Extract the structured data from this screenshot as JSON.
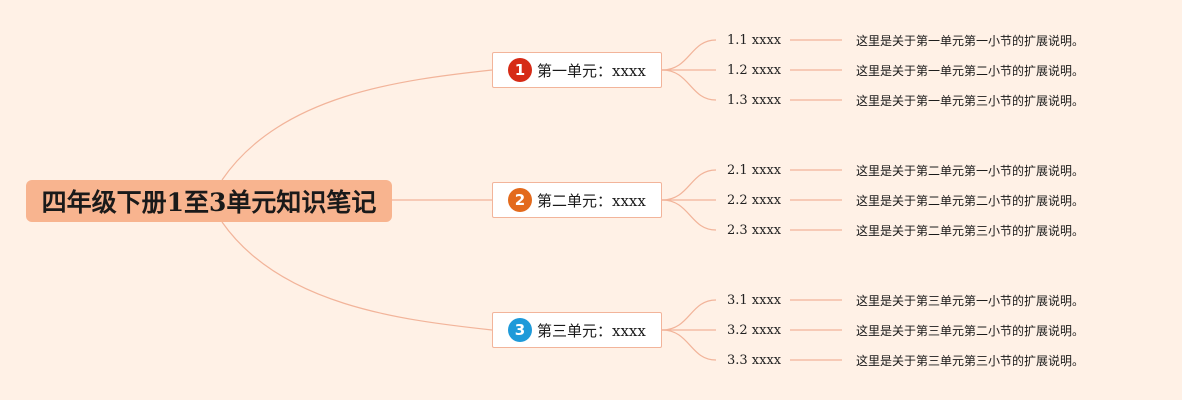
{
  "root": {
    "title": "四年级下册1至3单元知识笔记"
  },
  "units": [
    {
      "number": "1",
      "label": "第一单元：xxxx",
      "badge_color": "#d62b16",
      "sections": [
        {
          "label": "1.1 xxxx",
          "note": "这里是关于第一单元第一小节的扩展说明。"
        },
        {
          "label": "1.2 xxxx",
          "note": "这里是关于第一单元第二小节的扩展说明。"
        },
        {
          "label": "1.3 xxxx",
          "note": "这里是关于第一单元第三小节的扩展说明。"
        }
      ]
    },
    {
      "number": "2",
      "label": "第二单元：xxxx",
      "badge_color": "#e36a1c",
      "sections": [
        {
          "label": "2.1 xxxx",
          "note": "这里是关于第二单元第一小节的扩展说明。"
        },
        {
          "label": "2.2 xxxx",
          "note": "这里是关于第二单元第二小节的扩展说明。"
        },
        {
          "label": "2.3 xxxx",
          "note": "这里是关于第二单元第三小节的扩展说明。"
        }
      ]
    },
    {
      "number": "3",
      "label": "第三单元：xxxx",
      "badge_color": "#1e9ad9",
      "sections": [
        {
          "label": "3.1 xxxx",
          "note": "这里是关于第三单元第一小节的扩展说明。"
        },
        {
          "label": "3.2 xxxx",
          "note": "这里是关于第三单元第二小节的扩展说明。"
        },
        {
          "label": "3.3 xxxx",
          "note": "这里是关于第三单元第三小节的扩展说明。"
        }
      ]
    }
  ],
  "colors": {
    "background": "#fff1e6",
    "root_fill": "#f8b48f",
    "connector": "#f2b49a",
    "unit_border": "#f2b49a"
  }
}
